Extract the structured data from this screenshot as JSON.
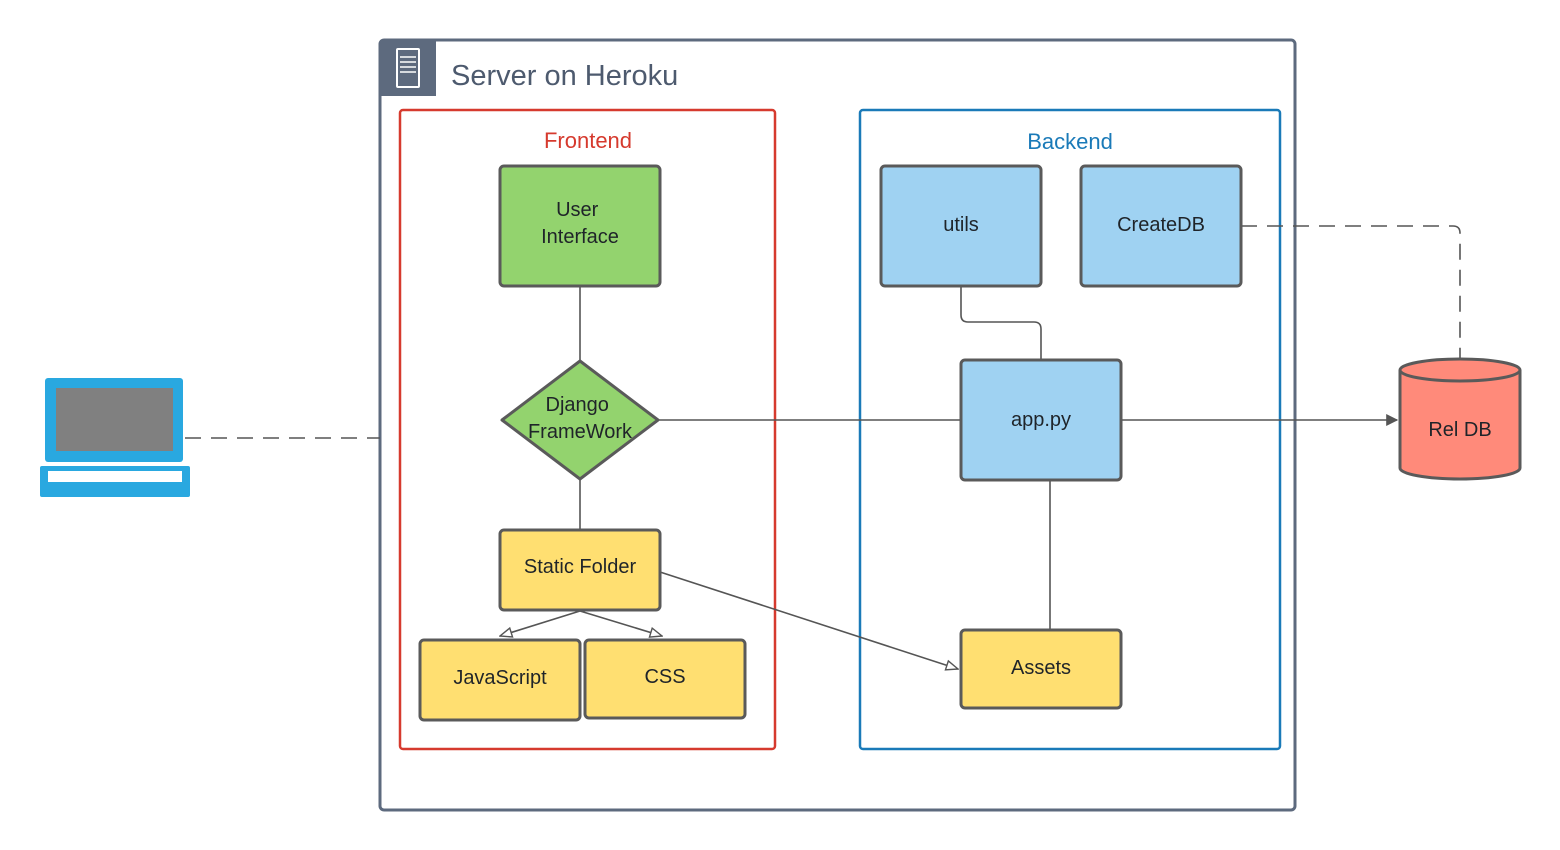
{
  "server": {
    "title": "Server on Heroku",
    "icon": "server-icon"
  },
  "client": {
    "icon": "laptop-icon"
  },
  "frontend": {
    "title": "Frontend",
    "user_interface": [
      "User",
      "Interface"
    ],
    "django": [
      "Django",
      "FrameWork"
    ],
    "static_folder": "Static Folder",
    "javascript": "JavaScript",
    "css": "CSS"
  },
  "backend": {
    "title": "Backend",
    "utils": "utils",
    "createdb": "CreateDB",
    "app": "app.py",
    "assets": "Assets"
  },
  "database": {
    "label": "Rel DB",
    "icon": "database-icon"
  },
  "colors": {
    "frontend_border": "#d63a2e",
    "backend_border": "#1a7ab8",
    "server_border": "#5d6a7e",
    "green": "#93d36e",
    "blue": "#9fd2f2",
    "yellow": "#ffdf71",
    "db": "#ff8a7a",
    "laptop": "#29a8e0"
  }
}
